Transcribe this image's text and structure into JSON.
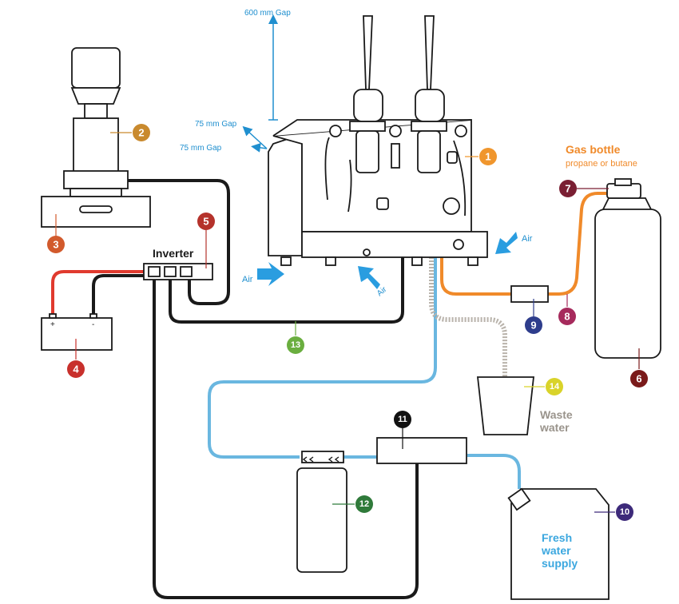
{
  "labels": {
    "gap_top": "600 mm Gap",
    "gap_side_1": "75 mm Gap",
    "gap_side_2": "75 mm Gap",
    "inverter": "Inverter",
    "air": "Air",
    "gas_title": "Gas bottle",
    "gas_sub": "propane or butane",
    "waste_1": "Waste",
    "waste_2": "water",
    "fresh_1": "Fresh",
    "fresh_2": "water",
    "fresh_3": "supply",
    "battery_plus": "+",
    "battery_minus": "-"
  },
  "callouts": [
    {
      "n": "1",
      "color": "#f0962d"
    },
    {
      "n": "2",
      "color": "#c98a2e"
    },
    {
      "n": "3",
      "color": "#d25a2c"
    },
    {
      "n": "4",
      "color": "#c8302c"
    },
    {
      "n": "5",
      "color": "#b5322b"
    },
    {
      "n": "6",
      "color": "#7a1a1a"
    },
    {
      "n": "7",
      "color": "#7a1f33"
    },
    {
      "n": "8",
      "color": "#a62a5c"
    },
    {
      "n": "9",
      "color": "#2e3d8c"
    },
    {
      "n": "10",
      "color": "#3d2a7a"
    },
    {
      "n": "11",
      "color": "#111111"
    },
    {
      "n": "12",
      "color": "#2f7a3a"
    },
    {
      "n": "13",
      "color": "#6aae3f"
    },
    {
      "n": "14",
      "color": "#d9d32a"
    }
  ],
  "colors": {
    "gas_line": "#f08a2a",
    "water_line": "#6ab7e0",
    "power_red": "#e03a2e",
    "power_black": "#1a1a1a",
    "air_arrow": "#2a9de0",
    "gap_blue": "#1f8fcf",
    "gas_text": "#f08a2a",
    "waste_text": "#9a948c",
    "fresh_text": "#3ba7df"
  }
}
